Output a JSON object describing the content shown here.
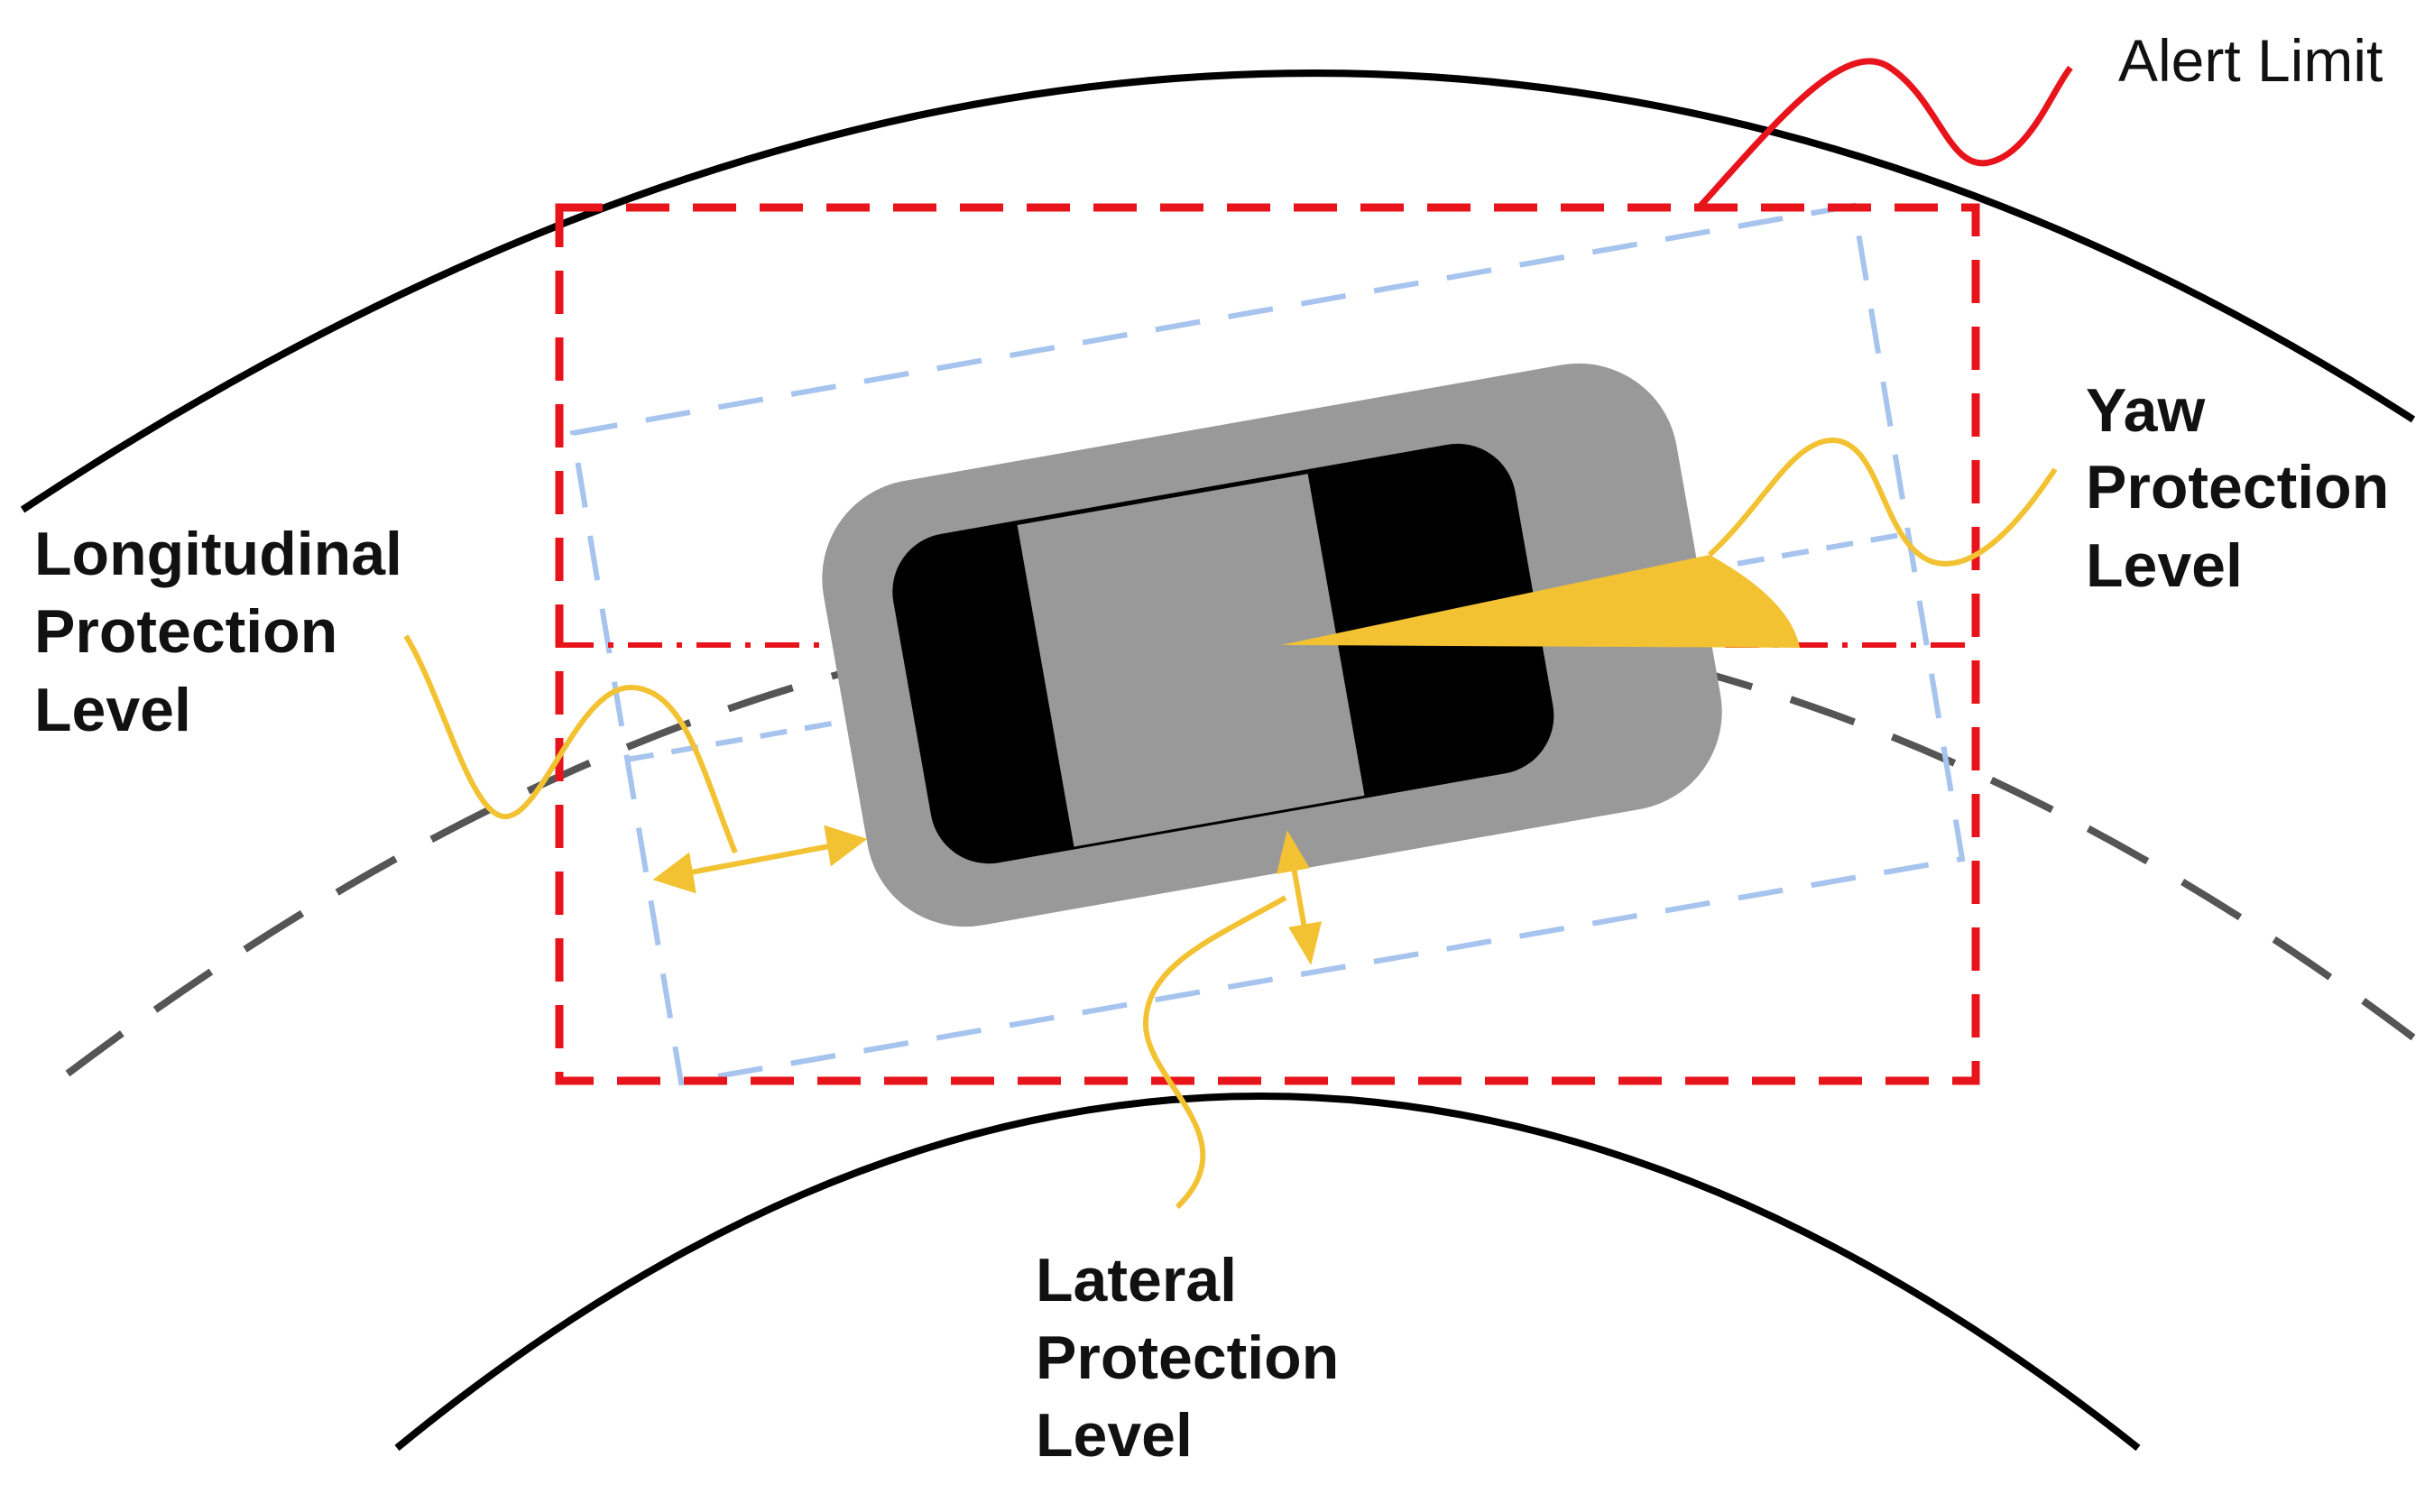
{
  "labels": {
    "alert_limit": "Alert Limit",
    "yaw": [
      "Yaw",
      "Protection",
      "Level"
    ],
    "longitudinal": [
      "Longitudinal",
      "Protection",
      "Level"
    ],
    "lateral": [
      "Lateral",
      "Protection",
      "Level"
    ]
  },
  "colors": {
    "road_edge": "#000000",
    "lane_center": "#555555",
    "alert_limit": "#e8141b",
    "protection_box": "#a6c4ee",
    "protection_level": "#f2c233",
    "vehicle_body": "#999999",
    "vehicle_cabin": "#000000",
    "vehicle_roof": "#999999"
  }
}
